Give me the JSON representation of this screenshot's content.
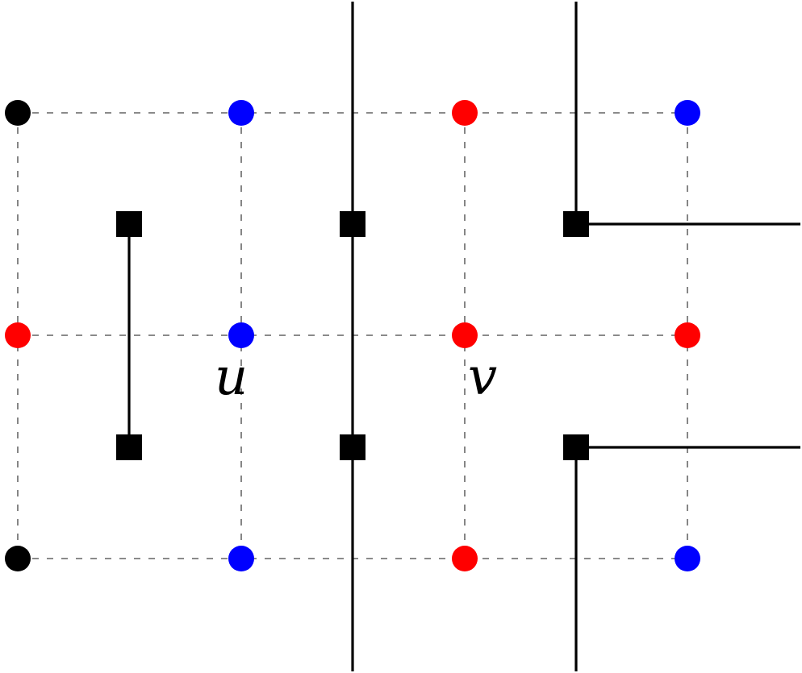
{
  "diagram": {
    "labels": {
      "u": "u",
      "v": "v"
    },
    "colors": {
      "black": "#000000",
      "blue": "#0000ff",
      "red": "#ff0000",
      "grid_line": "#444444",
      "wall": "#000000"
    },
    "vertices": [
      {
        "id": "r0c0",
        "row": 0,
        "col": 0,
        "color": "black"
      },
      {
        "id": "r0c1",
        "row": 0,
        "col": 1,
        "color": "blue"
      },
      {
        "id": "r0c2",
        "row": 0,
        "col": 2,
        "color": "red"
      },
      {
        "id": "r0c3",
        "row": 0,
        "col": 3,
        "color": "blue"
      },
      {
        "id": "r1c0",
        "row": 1,
        "col": 0,
        "color": "red"
      },
      {
        "id": "r1c1",
        "row": 1,
        "col": 1,
        "color": "blue",
        "label_key": "u"
      },
      {
        "id": "r1c2",
        "row": 1,
        "col": 2,
        "color": "red",
        "label_key": "v"
      },
      {
        "id": "r1c3",
        "row": 1,
        "col": 3,
        "color": "red"
      },
      {
        "id": "r2c0",
        "row": 2,
        "col": 0,
        "color": "black"
      },
      {
        "id": "r2c1",
        "row": 2,
        "col": 1,
        "color": "blue"
      },
      {
        "id": "r2c2",
        "row": 2,
        "col": 2,
        "color": "red"
      },
      {
        "id": "r2c3",
        "row": 2,
        "col": 3,
        "color": "blue"
      }
    ]
  }
}
